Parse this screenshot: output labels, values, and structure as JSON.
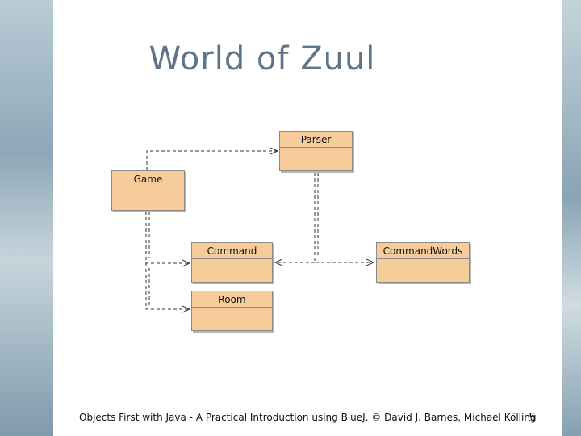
{
  "slide": {
    "title": "World of Zuul",
    "footer": "Objects First with Java - A Practical Introduction using BlueJ, © David J. Barnes, Michael Kölling",
    "page_number": "5"
  },
  "diagram": {
    "classes": [
      {
        "id": "parser",
        "name": "Parser"
      },
      {
        "id": "game",
        "name": "Game"
      },
      {
        "id": "command",
        "name": "Command"
      },
      {
        "id": "commandwords",
        "name": "CommandWords"
      },
      {
        "id": "room",
        "name": "Room"
      }
    ],
    "relations": [
      {
        "from": "Game",
        "to": "Parser",
        "style": "dashed"
      },
      {
        "from": "Game",
        "to": "Command",
        "style": "dashed"
      },
      {
        "from": "Game",
        "to": "Room",
        "style": "dashed"
      },
      {
        "from": "Parser",
        "to": "Command",
        "style": "dashed"
      },
      {
        "from": "Parser",
        "to": "CommandWords",
        "style": "dashed"
      }
    ]
  },
  "colors": {
    "class_fill": "#f6cc9b",
    "title_color": "#5f7487"
  }
}
